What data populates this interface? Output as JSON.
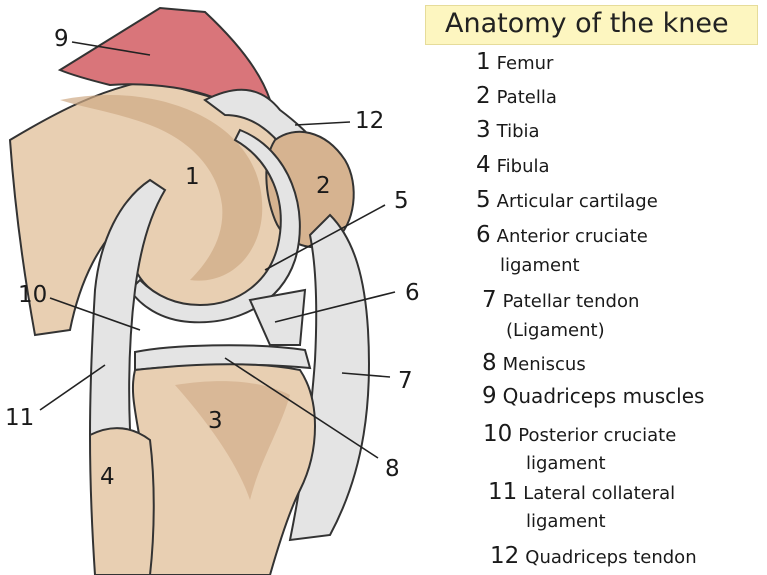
{
  "title": "Anatomy of the knee",
  "legend": [
    {
      "num": "1",
      "label": "Femur",
      "label2": ""
    },
    {
      "num": "2",
      "label": "Patella",
      "label2": ""
    },
    {
      "num": "3",
      "label": "Tibia",
      "label2": ""
    },
    {
      "num": "4",
      "label": "Fibula",
      "label2": ""
    },
    {
      "num": "5",
      "label": "Articular  cartilage",
      "label2": ""
    },
    {
      "num": "6",
      "label": "Anterior cruciate",
      "label2": "ligament"
    },
    {
      "num": "7",
      "label": "Patellar tendon",
      "label2": "(Ligament)"
    },
    {
      "num": "8",
      "label": "Meniscus",
      "label2": ""
    },
    {
      "num": "9",
      "label": "Quadriceps  muscles",
      "label2": ""
    },
    {
      "num": "10",
      "label": "Posterior cruciate",
      "label2": "ligament"
    },
    {
      "num": "11",
      "label": "Lateral collateral",
      "label2": "ligament"
    },
    {
      "num": "12",
      "label": "Quadriceps  tendon",
      "label2": ""
    }
  ],
  "callouts": {
    "n1": "1",
    "n2": "2",
    "n3": "3",
    "n4": "4",
    "n5": "5",
    "n6": "6",
    "n7": "7",
    "n8": "8",
    "n9": "9",
    "n10": "10",
    "n11": "11",
    "n12": "12"
  },
  "colors": {
    "bone": "#e8cfb2",
    "bone_dark": "#c9a47f",
    "cartilage": "#e4e4e4",
    "cartilage_edge": "#c4c4c4",
    "muscle": "#d9757a",
    "title_bg": "#fdf6c0"
  }
}
